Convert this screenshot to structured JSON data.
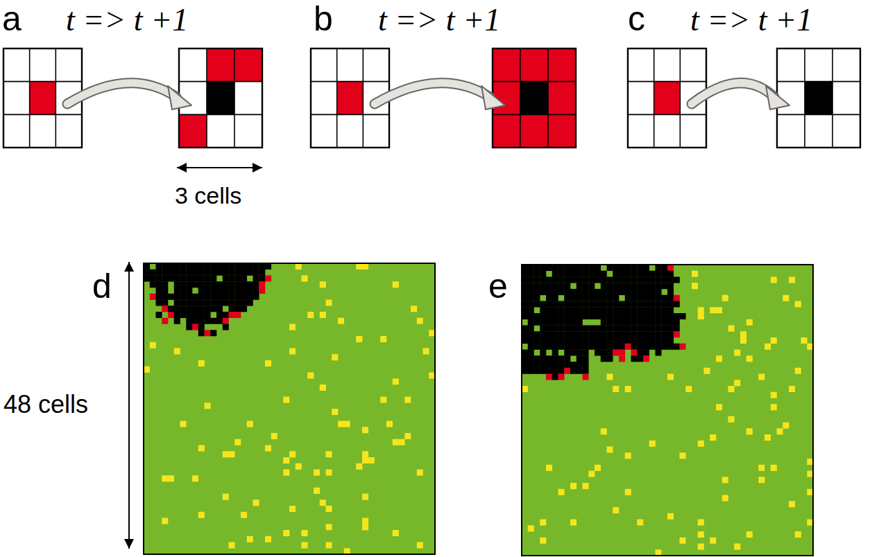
{
  "diagram": {
    "labels": [
      "a",
      "t => t +1",
      "b",
      "t => t +1",
      "c",
      "t => t +1",
      "3 cells",
      "d",
      "e",
      "48 cells"
    ]
  }
}
